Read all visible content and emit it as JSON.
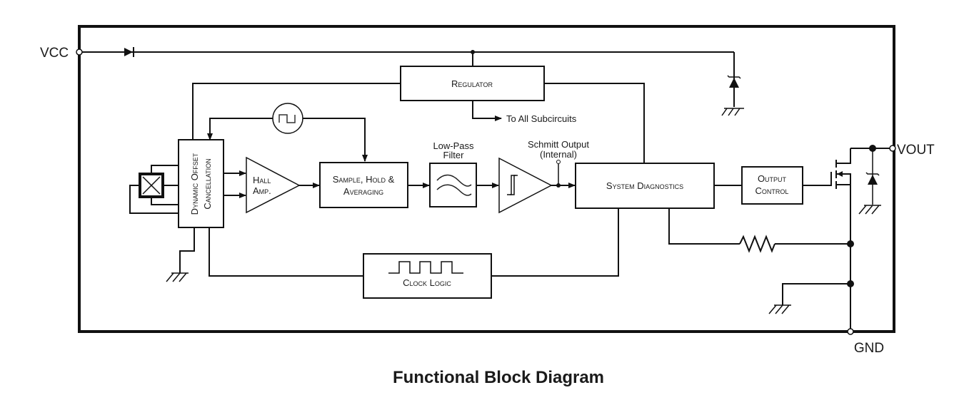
{
  "diagram": {
    "title": "Functional Block Diagram",
    "pins": {
      "vcc": "VCC",
      "vout": "VOUT",
      "gnd": "GND"
    },
    "blocks": {
      "regulator": "Regulator",
      "doc_line1": "Dynamic Offset",
      "doc_line2": "Cancellation",
      "hall_line1": "Hall",
      "hall_line2": "Amp.",
      "sha_line1": "Sample, Hold &",
      "sha_line2": "Averaging",
      "sys_diag": "System Diagnostics",
      "out_line1": "Output",
      "out_line2": "Control",
      "clock": "Clock Logic"
    },
    "labels": {
      "subcircuits": "To All Subcircuits",
      "lpf_line1": "Low-Pass",
      "lpf_line2": "Filter",
      "schmitt_line1": "Schmitt Output",
      "schmitt_line2": "(Internal)"
    }
  }
}
